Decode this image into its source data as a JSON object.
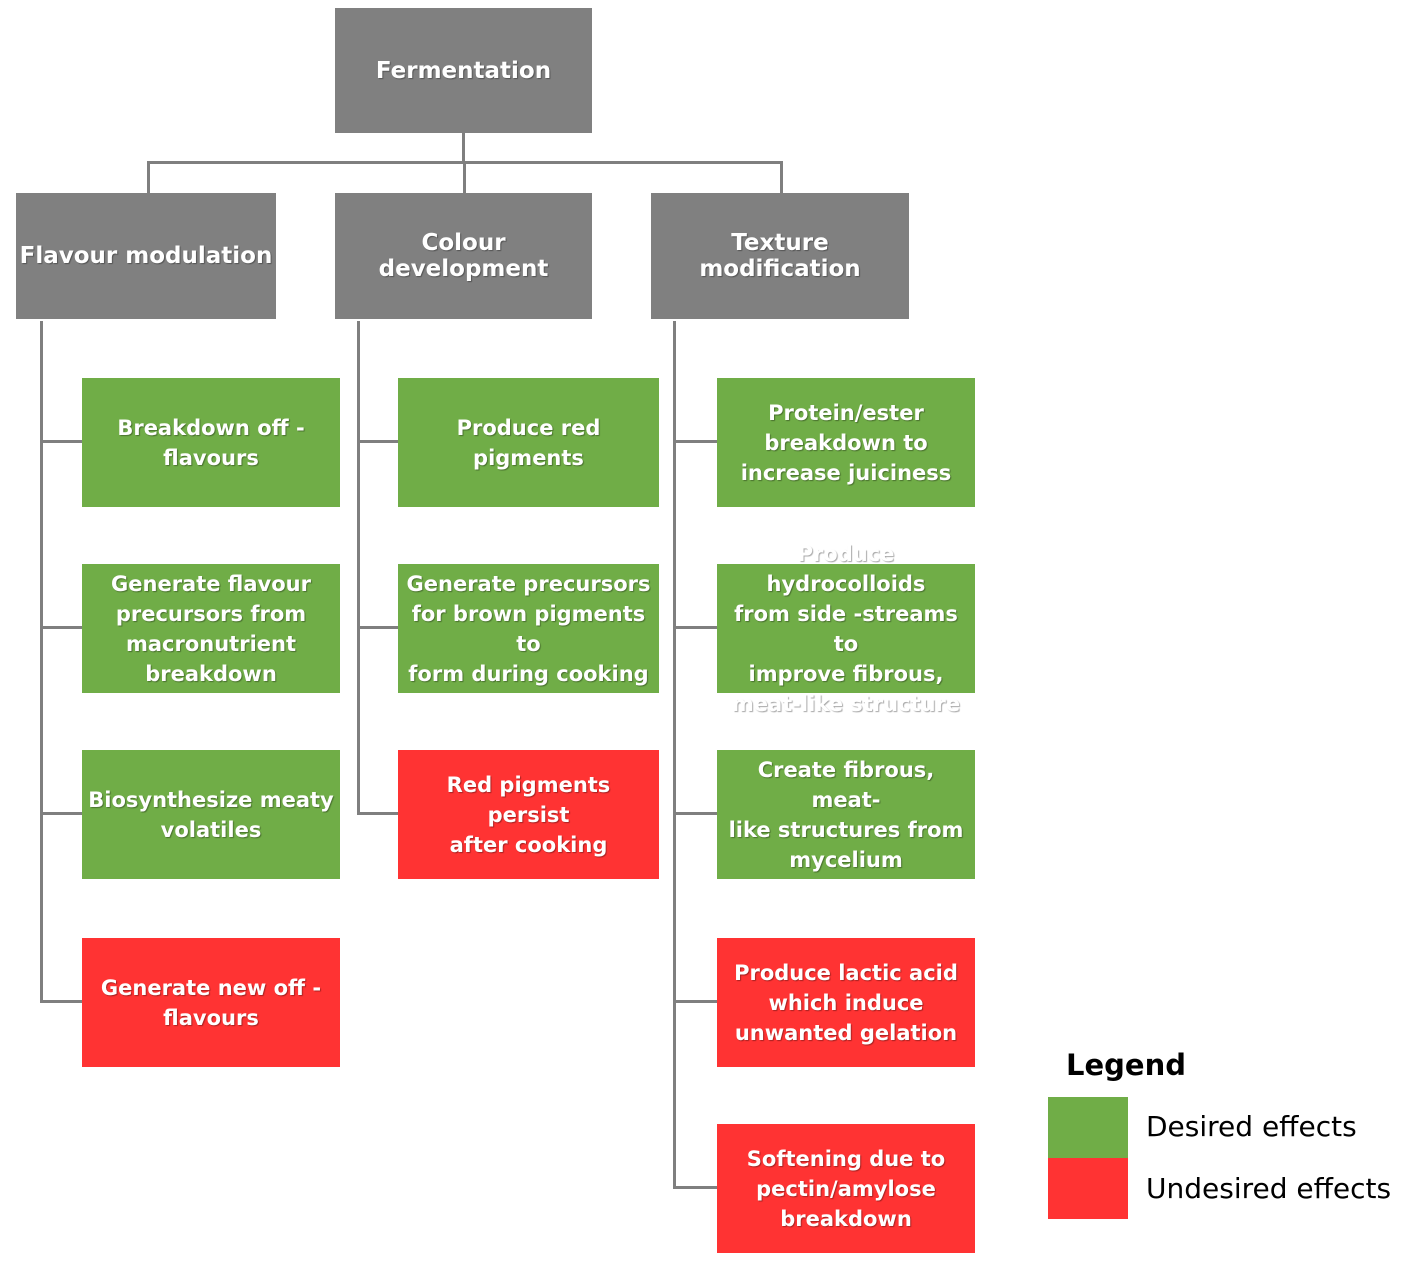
{
  "colors": {
    "category": "#808080",
    "desired": "#70ad47",
    "undesired": "#ff3333",
    "connector": "#7f7f7f"
  },
  "root": {
    "label": "Fermentation"
  },
  "branches": [
    {
      "id": "flavour",
      "label": "Flavour modulation",
      "items": [
        {
          "label": "Breakdown off -\nflavours",
          "type": "desired"
        },
        {
          "label": "Generate flavour\nprecursors from\nmacronutrient\nbreakdown",
          "type": "desired"
        },
        {
          "label": "Biosynthesize meaty\nvolatiles",
          "type": "desired"
        },
        {
          "label": "Generate new off -\nflavours",
          "type": "undesired"
        }
      ]
    },
    {
      "id": "colour",
      "label": "Colour development",
      "items": [
        {
          "label": "Produce red pigments",
          "type": "desired"
        },
        {
          "label": "Generate precursors\nfor brown pigments to\nform during cooking",
          "type": "desired"
        },
        {
          "label": "Red pigments persist\nafter cooking",
          "type": "undesired"
        }
      ]
    },
    {
      "id": "texture",
      "label": "Texture modification",
      "items": [
        {
          "label": "Protein/ester\nbreakdown to\nincrease juiciness",
          "type": "desired"
        },
        {
          "label": "Produce hydrocolloids\nfrom side -streams to\nimprove fibrous,\nmeat-like structure",
          "type": "desired"
        },
        {
          "label": "Create fibrous, meat-\nlike structures from\nmycelium",
          "type": "desired"
        },
        {
          "label": "Produce lactic acid\nwhich induce\nunwanted gelation",
          "type": "undesired"
        },
        {
          "label": "Softening due to\npectin/amylose\nbreakdown",
          "type": "undesired"
        }
      ]
    }
  ],
  "legend": {
    "title": "Legend",
    "desired_label": "Desired effects",
    "undesired_label": "Undesired effects"
  }
}
